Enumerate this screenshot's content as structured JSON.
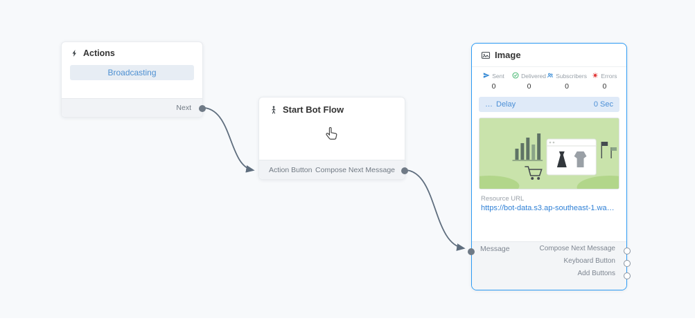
{
  "colors": {
    "active_node_border": "#2b9af3",
    "link": "#2f80d6",
    "sent_icon": "#2f86d4",
    "delivered_icon": "#2fae5f",
    "subscribers_icon": "#2f86d4",
    "errors_icon": "#e23b3b",
    "edge": "#5f6e7e"
  },
  "actions_node": {
    "title": "Actions",
    "button_label": "Broadcasting",
    "output_label": "Next"
  },
  "start_node": {
    "title": "Start Bot Flow",
    "input_label": "Action Button",
    "output_label": "Compose Next Message"
  },
  "image_node": {
    "title": "Image",
    "stats": [
      {
        "label": "Sent",
        "value": "0"
      },
      {
        "label": "Delivered",
        "value": "0"
      },
      {
        "label": "Subscribers",
        "value": "0"
      },
      {
        "label": "Errors",
        "value": "0"
      }
    ],
    "delay": {
      "icon_glyph": "…",
      "label": "Delay",
      "value": "0 Sec"
    },
    "resource_url_label": "Resource URL",
    "resource_url": "https://bot-data.s3.ap-southeast-1.wasab...",
    "input_label": "Message",
    "outputs": [
      {
        "label": "Compose Next Message"
      },
      {
        "label": "Keyboard Button"
      },
      {
        "label": "Add Buttons"
      }
    ]
  }
}
